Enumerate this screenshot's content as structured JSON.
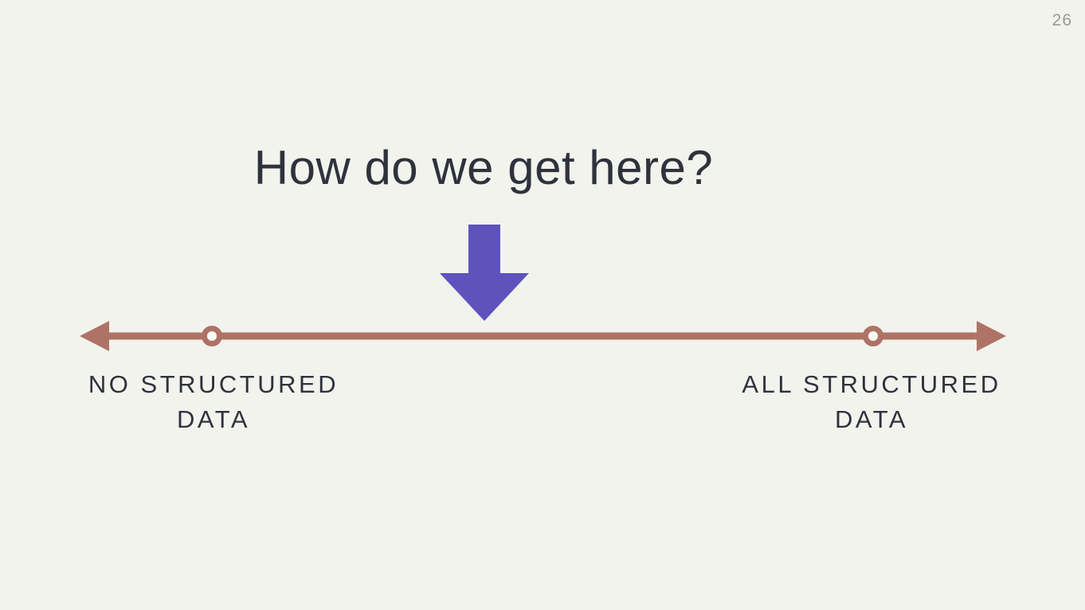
{
  "slide": {
    "page_number": "26",
    "title": "How do we get here?"
  },
  "spectrum": {
    "left_label": {
      "line1": "NO STRUCTURED",
      "line2": "DATA"
    },
    "right_label": {
      "line1": "ALL STRUCTURED",
      "line2": "DATA"
    }
  },
  "icons": {
    "down_arrow": "down-arrow-icon",
    "left_arrowhead": "arrow-left-icon",
    "right_arrowhead": "arrow-right-icon",
    "left_marker": "ring-marker-icon",
    "right_marker": "ring-marker-icon"
  },
  "colors": {
    "background": "#f2f3ed",
    "text_dark": "#2f323c",
    "page_number": "#9a9a9a",
    "arrow_purple": "#5f52bd",
    "axis_line": "#ae7366",
    "marker_hole": "#fcfdf8"
  }
}
